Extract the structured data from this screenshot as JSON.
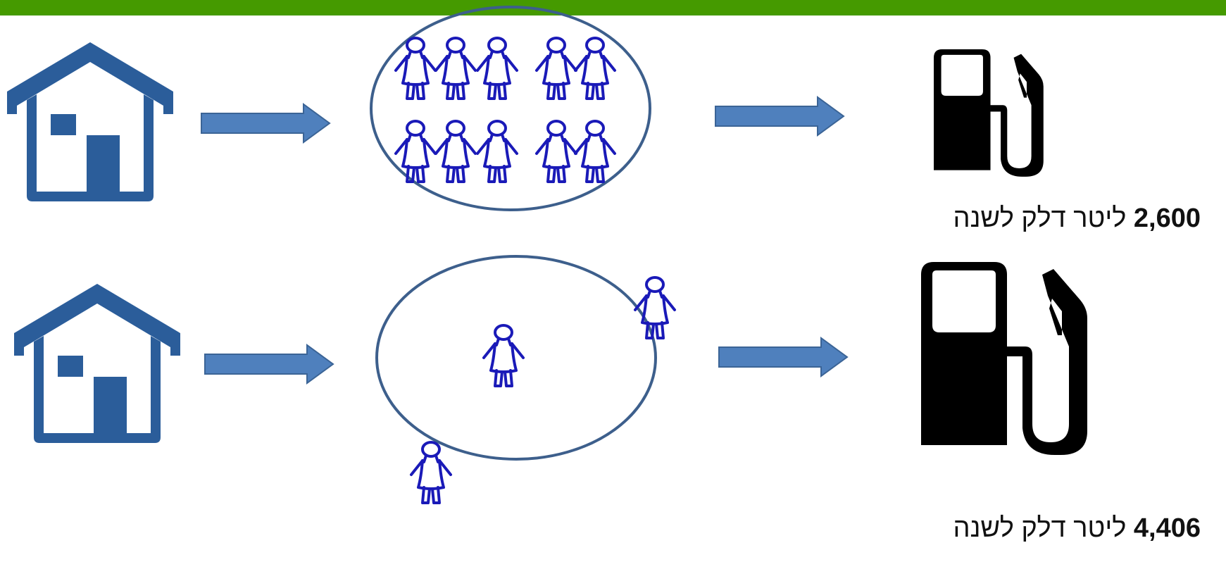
{
  "colors": {
    "top_bar": "#459a00",
    "house": "#2b5d9a",
    "arrow_fill": "#4f80bd",
    "arrow_stroke": "#3b6496",
    "ellipse_stroke": "#3d5f8c",
    "person": "#1a1ab8",
    "pump": "#000000"
  },
  "rows": [
    {
      "scenario": "many-passengers",
      "house_icon": "house-icon",
      "person_icon": "person-icon",
      "pump_icon": "fuel-pump-icon",
      "amount": "2,600",
      "unit_text": "ליטר דלק לשנה"
    },
    {
      "scenario": "single-passenger",
      "house_icon": "house-icon",
      "person_icon": "person-icon",
      "pump_icon": "fuel-pump-icon",
      "amount": "4,406",
      "unit_text": "ליטר דלק לשנה"
    }
  ]
}
